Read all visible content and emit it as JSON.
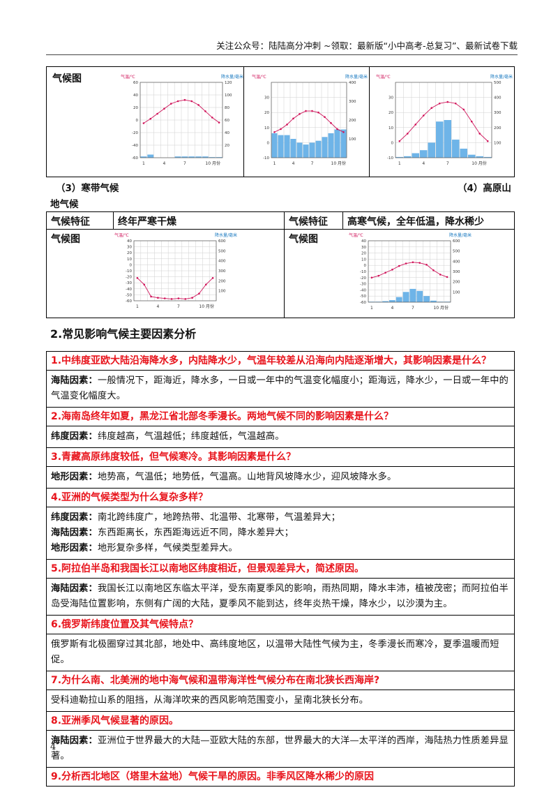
{
  "header": {
    "text": "关注公众号：陆陆高分冲刺 ~领取：最新版“小中高考-总复习”、最新试卷下载"
  },
  "top_table": {
    "label": "气候图"
  },
  "section3": {
    "title": "（3）寒带气候"
  },
  "section4": {
    "title": "（4）高原山",
    "cont": "地气候"
  },
  "table2": {
    "feature_label_left": "气候特征",
    "feature_value_left": "终年严寒干燥",
    "feature_label_right": "气候特征",
    "feature_value_right": "高寒气候，全年低温，降水稀少",
    "chart_label_left": "气候图",
    "chart_label_right": "气候图"
  },
  "heading2": "2.常见影响气候主要因素分析",
  "qa": [
    {
      "q": "1.中纬度亚欧大陆沿海降水多，内陆降水少，气温年较差从沿海向内陆逐渐增大，其影响因素是什么？",
      "a": [
        {
          "k": "海陆因素：",
          "v": "一般情况下，距海近，降水多，一日或一年中的气温变化幅度小；距海远，降水少，一日或一年中的气温变化幅度大。"
        }
      ]
    },
    {
      "q": "2.海南岛终年如夏，黑龙江省北部冬季漫长。两地气候不同的影响因素是什么？",
      "a": [
        {
          "k": "纬度因素：",
          "v": "纬度越高，气温越低；纬度越低，气温越高。"
        }
      ]
    },
    {
      "q": "3.青藏高原纬度较低，但气候寒冷。其影响因素是什么？",
      "a": [
        {
          "k": "地形因素：",
          "v": "地势高，气温低；地势低，气温高。山地背风坡降水少，迎风坡降水多。"
        }
      ]
    },
    {
      "q": "4.亚洲的气候类型为什么复杂多样？",
      "a": [
        {
          "k": "纬度因素：",
          "v": "南北跨纬度广，地跨热带、北温带、北寒带，气温差异大；"
        },
        {
          "k": "海陆因素：",
          "v": "东西距离长，东西距海远近不同，降水差异大；"
        },
        {
          "k": "地形因素：",
          "v": "地形复杂多样，气候类型差异大。"
        }
      ]
    },
    {
      "q": "5.阿拉伯半岛和我国长江以南地区纬度相近，但景观差异大，简述原因。",
      "a": [
        {
          "k": "海陆因素：",
          "v": "我国长江以南地区东临太平洋，受东南夏季风的影响，雨热同期，降水丰沛，植被茂密；而阿拉伯半岛受海陆位置影响，东侧有广阔的大陆，夏季风不能到达，终年炎热干燥，降水少，以沙漠为主。"
        }
      ]
    },
    {
      "q": "6.俄罗斯纬度位置及其气候特点？",
      "a": [
        {
          "k": "",
          "v": "俄罗斯有北极圈穿过其北部，地处中、高纬度地区，以温带大陆性气候为主，冬季漫长而寒冷，夏季温暖而短促。"
        }
      ]
    },
    {
      "q": "7.为什么南、北美洲的地中海气候和温带海洋性气候分布在南北狭长西海岸?",
      "a": [
        {
          "k": "",
          "v": "受科迪勒拉山系的阻挡，从海洋吹来的西风影响范围变小，呈南北狭长分布。"
        }
      ]
    },
    {
      "q": "8.亚洲季风气候显著的原因。",
      "a": [
        {
          "k": "海陆因素：",
          "v": "亚洲位于世界最大的大陆—亚欧大陆的东部，世界最大的大洋—太平洋的西岸，海陆热力性质差异显著。"
        }
      ]
    },
    {
      "q": "9.分析西北地区（塔里木盆地）气候干旱的原因。非季风区降水稀少的原因",
      "a": []
    }
  ],
  "page_number": "4",
  "chart_common": {
    "temp_axis_title": "气温/℃",
    "precip_axis_title": "降水量/毫米",
    "month_ticks": [
      "1",
      "4",
      "7",
      "10 月份"
    ]
  },
  "chart_data": [
    {
      "type": "line+bar",
      "id": "chart-a",
      "ylim_temp": [
        -60,
        60
      ],
      "yticks_temp": [
        60,
        40,
        20,
        0,
        -20,
        -40,
        -60
      ],
      "ylim_precip": [
        0,
        120
      ],
      "yticks_precip": [
        120,
        100,
        80,
        60,
        40,
        20
      ],
      "temperature": [
        -5,
        2,
        10,
        18,
        26,
        30,
        32,
        30,
        24,
        14,
        4,
        -4
      ],
      "precipitation": [
        2,
        5,
        0,
        0,
        0,
        2,
        2,
        2,
        2,
        2,
        1,
        1
      ]
    },
    {
      "type": "line+bar",
      "id": "chart-b",
      "ylim_temp": [
        -10,
        40
      ],
      "yticks_temp": [
        30,
        20,
        10,
        0,
        -10
      ],
      "ylim_precip": [
        0,
        400
      ],
      "yticks_precip": [
        400,
        300,
        200,
        100
      ],
      "temperature": [
        7,
        9,
        12,
        16,
        19,
        21,
        21,
        20,
        17,
        13,
        9,
        7
      ],
      "precipitation": [
        130,
        120,
        120,
        100,
        80,
        70,
        80,
        90,
        110,
        130,
        150,
        150
      ]
    },
    {
      "type": "line+bar",
      "id": "chart-c",
      "ylim_temp": [
        -10,
        40
      ],
      "yticks_temp": [
        30,
        20,
        10,
        0,
        -10
      ],
      "ylim_precip": [
        0,
        500
      ],
      "yticks_precip": [
        500,
        400,
        300,
        200,
        100
      ],
      "temperature": [
        1,
        6,
        12,
        18,
        23,
        26,
        27,
        26,
        22,
        14,
        6,
        1
      ],
      "precipitation": [
        5,
        10,
        30,
        50,
        100,
        240,
        250,
        120,
        60,
        20,
        10,
        5
      ]
    },
    {
      "type": "line+bar",
      "id": "chart-d",
      "ylim_temp": [
        -60,
        40
      ],
      "yticks_temp": [
        40,
        30,
        20,
        10,
        0,
        -10,
        -20,
        -30,
        -40,
        -50,
        -60
      ],
      "ylim_precip": [
        0,
        600
      ],
      "yticks_precip": [
        600,
        500,
        400,
        300,
        200,
        100
      ],
      "temperature": [
        -22,
        -33,
        -53,
        -55,
        -56,
        -57,
        -56,
        -57,
        -55,
        -48,
        -33,
        -22
      ],
      "precipitation": [
        0,
        0,
        0,
        0,
        0,
        0,
        0,
        0,
        0,
        0,
        0,
        0
      ]
    },
    {
      "type": "line+bar",
      "id": "chart-e",
      "ylim_temp": [
        -60,
        40
      ],
      "yticks_temp": [
        40,
        30,
        20,
        10,
        0,
        -10,
        -20,
        -30,
        -40,
        -50,
        -60
      ],
      "ylim_precip": [
        0,
        600
      ],
      "yticks_precip": [
        600,
        500,
        400,
        300,
        200,
        100
      ],
      "temperature": [
        -20,
        -17,
        -12,
        -7,
        -1,
        3,
        5,
        4,
        1,
        -8,
        -15,
        -19
      ],
      "precipitation": [
        5,
        5,
        10,
        20,
        50,
        100,
        130,
        110,
        60,
        15,
        5,
        5
      ]
    }
  ]
}
